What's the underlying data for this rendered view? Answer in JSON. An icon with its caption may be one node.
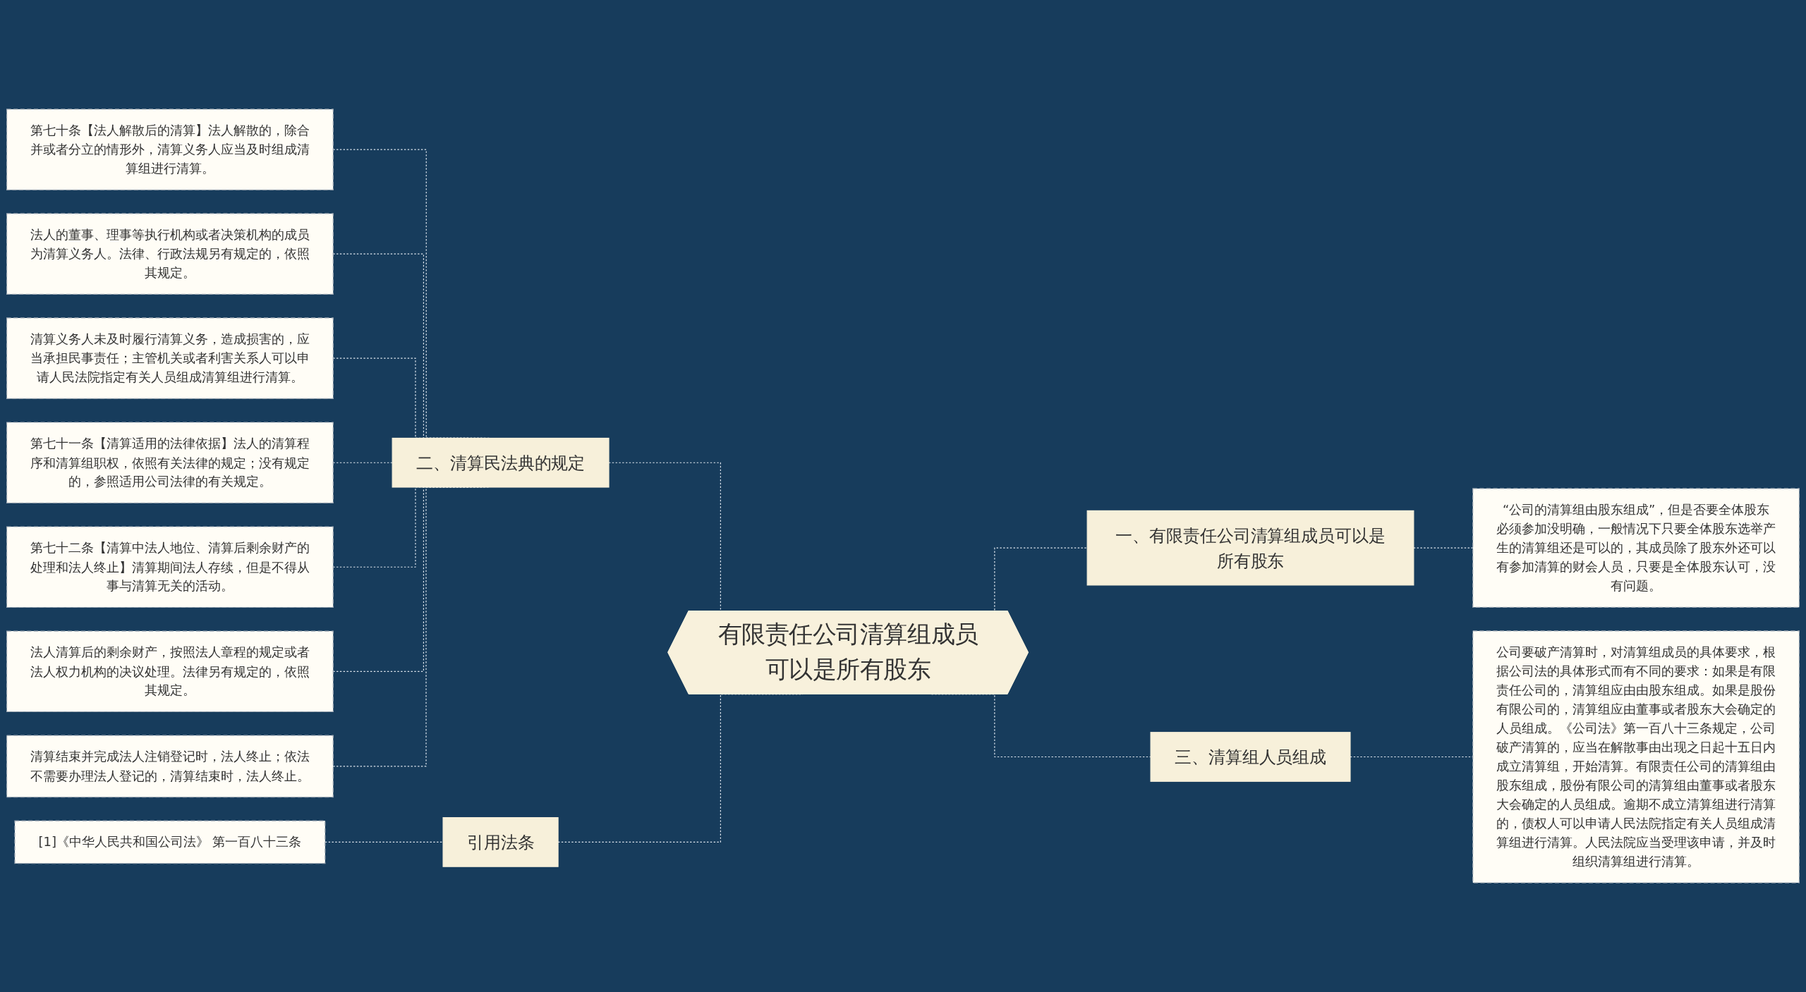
{
  "diagram": {
    "nodes": [
      {
        "text": [
          "有限责任公司清算组成员可以是所有股东"
        ]
      },
      {
        "text": [
          "一、有限责任公司清算组成员可以是所有股东"
        ]
      },
      {
        "text": [
          "“公司的清算组由股东组成”，但是否要全体股东必须参加没明确，一般情况下只要全体股东选举产生的清算组还是可以的，其成员除了股东外还可以有参加清算的财会人员，只要是全体股东认可，没有问题。"
        ]
      },
      {
        "text": [
          "三、清算组人员组成"
        ]
      },
      {
        "text": [
          "公司要破产清算时，对清算组成员的具体要求，根据公司法的具体形式而有不同的要求：如果是有限责任公司的，清算组应由由股东组成。如果是股份有限公司的，清算组应由董事或者股东大会确定的人员组成。《公司法》第一百八十三条规定，公司破产清算的，应当在解散事由出现之日起十五日内成立清算组，开始清算。有限责任公司的清算组由股东组成，股份有限公司的清算组由董事或者股东大会确定的人员组成。逾期不成立清算组进行清算的，债权人可以申请人民法院指定有关人员组成清算组进行清算。人民法院应当受理该申请，并及时组织清算组进行清算。"
        ]
      },
      {
        "text": [
          "二、清算民法典的规定"
        ]
      },
      {
        "text": [
          "第七十条【法人解散后的清算】法人解散的，除合并或者分立的情形外，清算义务人应当及时组成清算组进行清算。"
        ]
      },
      {
        "text": [
          "法人的董事、理事等执行机构或者决策机构的成员为清算义务人。法律、行政法规另有规定的，依照其规定。"
        ]
      },
      {
        "text": [
          "清算义务人未及时履行清算义务，造成损害的，应当承担民事责任；主管机关或者利害关系人可以申请人民法院指定有关人员组成清算组进行清算。"
        ]
      },
      {
        "text": [
          "第七十一条【清算适用的法律依据】法人的清算程序和清算组职权，依照有关法律的规定；没有规定的，参照适用公司法律的有关规定。"
        ]
      },
      {
        "text": [
          "第七十二条【清算中法人地位、清算后剩余财产的处理和法人终止】清算期间法人存续，但是不得从事与清算无关的活动。"
        ]
      },
      {
        "text": [
          "法人清算后的剩余财产，按照法人章程的规定或者法人权力机构的决议处理。法律另有规定的，依照其规定。"
        ]
      },
      {
        "text": [
          "清算结束并完成法人注销登记时，法人终止；依法不需要办理法人登记的，清算结束时，法人终止。"
        ]
      },
      {
        "text": [
          "引用法条"
        ]
      },
      {
        "text": [
          "[1]《中华人民共和国公司法》 第一百八十三条"
        ]
      }
    ],
    "edges": [
      {
        "from": 5,
        "to": 0,
        "arrow": "none",
        "style": "dashed"
      },
      {
        "from": 13,
        "to": 0,
        "arrow": "none",
        "style": "dashed"
      },
      {
        "from": 0,
        "to": 1,
        "arrow": "none",
        "style": "dashed"
      },
      {
        "from": 0,
        "to": 3,
        "arrow": "none",
        "style": "dashed"
      },
      {
        "from": 1,
        "to": 2,
        "arrow": "none",
        "style": "dashed"
      },
      {
        "from": 3,
        "to": 4,
        "arrow": "none",
        "style": "dashed"
      },
      {
        "from": 6,
        "to": 5,
        "arrow": "none",
        "style": "dashed"
      },
      {
        "from": 7,
        "to": 5,
        "arrow": "none",
        "style": "dashed"
      },
      {
        "from": 8,
        "to": 5,
        "arrow": "none",
        "style": "dashed"
      },
      {
        "from": 9,
        "to": 5,
        "arrow": "none",
        "style": "dashed"
      },
      {
        "from": 10,
        "to": 5,
        "arrow": "none",
        "style": "dashed"
      },
      {
        "from": 11,
        "to": 5,
        "arrow": "none",
        "style": "dashed"
      },
      {
        "from": 12,
        "to": 5,
        "arrow": "none",
        "style": "dashed"
      },
      {
        "from": 14,
        "to": 13,
        "arrow": "none",
        "style": "dashed"
      }
    ]
  }
}
